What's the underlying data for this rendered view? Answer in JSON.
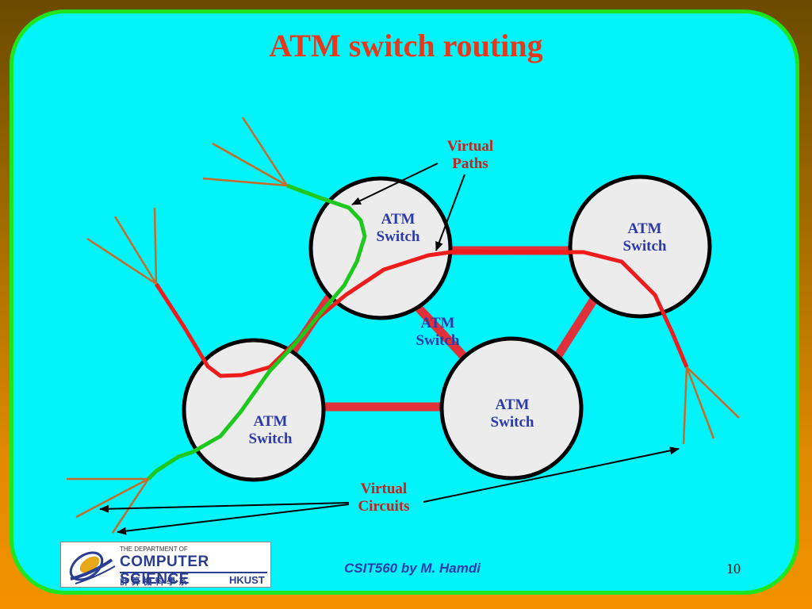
{
  "slide": {
    "title": "ATM switch routing",
    "footer_text": "CSIT560 by M. Hamdi",
    "page_number": "10"
  },
  "diagram": {
    "nodes": [
      {
        "id": "top-left",
        "label_line1": "ATM",
        "label_line2": "Switch"
      },
      {
        "id": "top-right",
        "label_line1": "ATM",
        "label_line2": "Switch"
      },
      {
        "id": "bottom-left",
        "label_line1": "ATM",
        "label_line2": "Switch"
      },
      {
        "id": "bottom-right",
        "label_line1": "ATM",
        "label_line2": "Switch"
      },
      {
        "id": "center",
        "label_line1": "ATM",
        "label_line2": "Switch"
      }
    ],
    "callouts": {
      "virtual_paths_line1": "Virtual",
      "virtual_paths_line2": "Paths",
      "virtual_circuits_line1": "Virtual",
      "virtual_circuits_line2": "Circuits"
    },
    "colors": {
      "link": "#e0303a",
      "red_circuit": "#ee1c1c",
      "green_circuit": "#1ec81e",
      "endpoint_lines": "#c86a28",
      "node_fill": "#ececec"
    }
  },
  "logo": {
    "small_text": "THE DEPARTMENT OF",
    "main_text": "COMPUTER SCIENCE",
    "chinese_text": "計 算 機 科 學 系",
    "institution": "HKUST"
  }
}
